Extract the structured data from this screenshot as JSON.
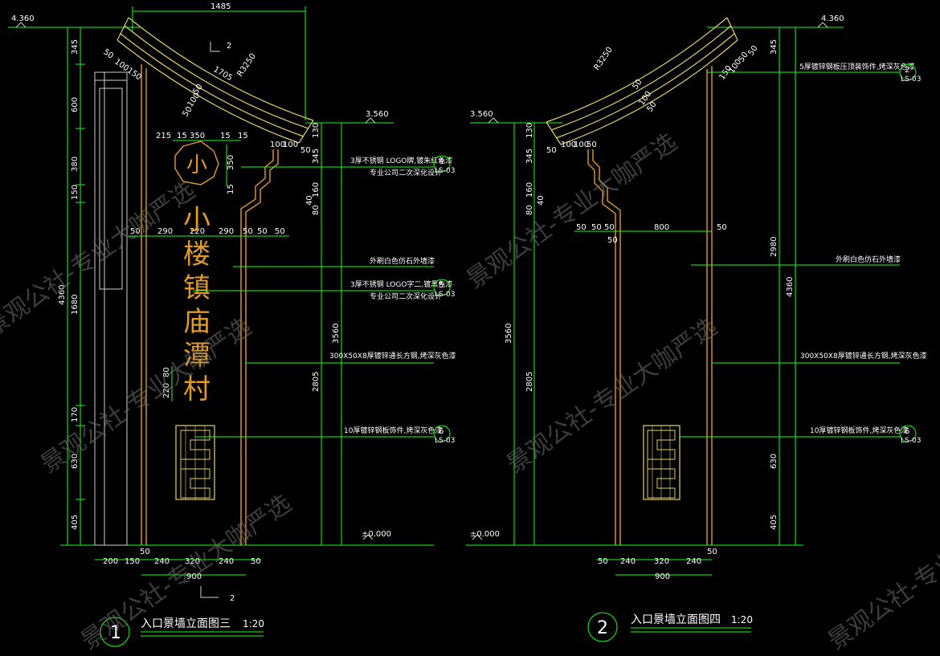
{
  "drawing_left": {
    "title": "入口景墙立面图三",
    "scale": "1:20",
    "number": "1",
    "section_marker": "2",
    "elevations": {
      "top": "4.360",
      "mid": "3.560",
      "ground": "±0.000"
    },
    "dims_top": {
      "width": "1485",
      "d50": "50",
      "d100_150": "100150",
      "r": "R3250",
      "d1705": "1705",
      "d50b": "50",
      "d100": "100",
      "d50c": "50"
    },
    "dims_logo": {
      "a": "215",
      "b": "15",
      "c": "350",
      "d": "15",
      "e": "15",
      "h": "350",
      "f": "15"
    },
    "dims_mid": {
      "a": "50",
      "b": "290",
      "c": "220",
      "d": "290",
      "e": "50",
      "f": "50",
      "g": "50"
    },
    "dims_cornice": {
      "a": "100",
      "b": "100",
      "c": "50"
    },
    "dims_left_vertical": [
      "345",
      "600",
      "380",
      "150",
      "1680",
      "170",
      "630",
      "405"
    ],
    "dims_total": "4360",
    "dims_bottom": {
      "a": "200",
      "b": "150",
      "c": "50",
      "d": "240",
      "e": "320",
      "f": "240",
      "g": "50",
      "total": "900"
    },
    "dims_right": {
      "a": "130",
      "b": "345",
      "c": "160",
      "d": "40",
      "e": "80",
      "f": "3560",
      "g": "2805"
    },
    "dims_small": {
      "a": "220",
      "b": "80"
    },
    "notes": [
      {
        "text": "3厚不锈钢 LOGO牌,镀朱红色漆",
        "sub": "专业公司二次深化设计",
        "ref": "4"
      },
      {
        "text": "外刷白色仿石外墙漆",
        "sub": "",
        "ref": ""
      },
      {
        "text": "3厚不锈钢 LOGO字二,镀黑色漆",
        "sub": "专业公司二次深化设计",
        "ref": "5"
      },
      {
        "text": "300X50X8厚镀锌通长方钢,烤深灰色漆",
        "sub": "",
        "ref": ""
      },
      {
        "text": "10厚镀锌钢板饰件,烤深灰色漆",
        "sub": "",
        "ref": "6"
      }
    ],
    "sign_chars": [
      "小",
      "楼",
      "镇",
      "庙",
      "潭",
      "村"
    ],
    "logo_char": "小"
  },
  "drawing_right": {
    "title": "入口景墙立面图四",
    "scale": "1:20",
    "number": "2",
    "elevations": {
      "top": "4.360",
      "mid": "3.560",
      "ground": "±0.000"
    },
    "dims_top": {
      "r": "R3250",
      "a": "50",
      "b": "100",
      "c": "50",
      "d": "150",
      "e": "100",
      "f": "50",
      "g": "50",
      "h": "100",
      "i": "50",
      "j": "100",
      "k": "100",
      "l": "50"
    },
    "dims_left_vertical": {
      "a": "130",
      "b": "345",
      "c": "160",
      "d": "40",
      "e": "80",
      "f": "3560",
      "g": "2805"
    },
    "dims_mid": {
      "a": "50",
      "b": "50",
      "c": "50",
      "d": "50",
      "e": "800",
      "f": "50",
      "g": "50"
    },
    "dims_right_vertical": {
      "a": "345",
      "b": "2980",
      "total": "4360",
      "c": "630",
      "d": "405"
    },
    "dims_bottom": {
      "a": "50",
      "b": "240",
      "c": "320",
      "d": "240",
      "e": "50",
      "total": "900"
    },
    "notes": [
      {
        "text": "5厚镀锌钢板压顶装饰件,烤深灰色漆",
        "ref": "2"
      },
      {
        "text": "外刷白色仿石外墙漆",
        "ref": ""
      },
      {
        "text": "300X50X8厚镀锌通长方钢,烤深灰色漆",
        "ref": ""
      },
      {
        "text": "10厚镀锌钢板饰件,烤深灰色漆",
        "ref": "6"
      }
    ]
  },
  "detail_code": "LS-03",
  "watermark": "景观公社-专业大咖严选",
  "colors": {
    "background": "#000000",
    "dimension": "#19ff19",
    "structure": "#e09a28",
    "screen": "#e3d16c",
    "text": "#ffffff"
  }
}
